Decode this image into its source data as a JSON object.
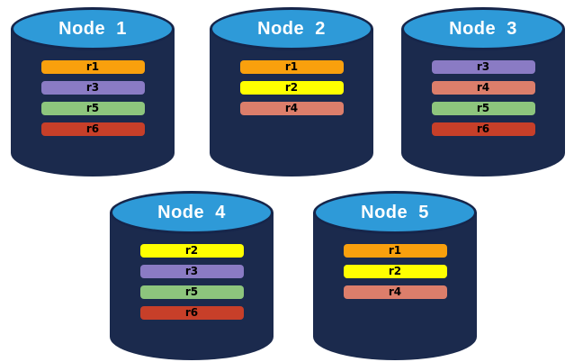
{
  "diagram": {
    "background_color": "#FFFFFF",
    "node_style": {
      "body_color": "#1B2A4D",
      "top_color": "#2E9AD8",
      "top_border_color": "#16254A",
      "label_color": "#FFFFFF",
      "bar_text_color": "#000000"
    },
    "replica_colors": {
      "r1": "#F9A00D",
      "r2": "#FFFF00",
      "r3": "#8A7BC4",
      "r4": "#DC7E6B",
      "r5": "#8DC57D",
      "r6": "#C73F29"
    },
    "nodes": [
      {
        "label": "Node  1",
        "replicas": [
          "r1",
          "r3",
          "r5",
          "r6"
        ]
      },
      {
        "label": "Node  2",
        "replicas": [
          "r1",
          "r2",
          "r4"
        ]
      },
      {
        "label": "Node  3",
        "replicas": [
          "r3",
          "r4",
          "r5",
          "r6"
        ]
      },
      {
        "label": "Node  4",
        "replicas": [
          "r2",
          "r3",
          "r5",
          "r6"
        ]
      },
      {
        "label": "Node  5",
        "replicas": [
          "r1",
          "r2",
          "r4"
        ]
      }
    ]
  }
}
